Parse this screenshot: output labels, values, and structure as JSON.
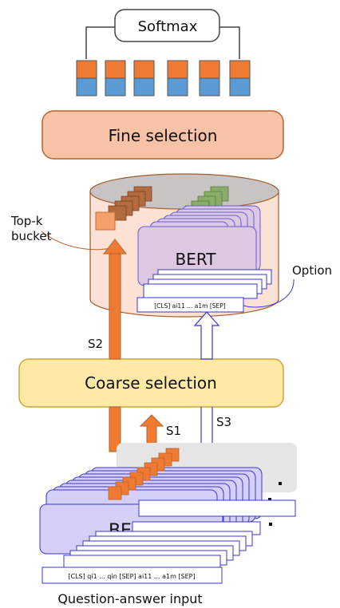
{
  "labels": {
    "softmax": "Softmax",
    "fine_selection": "Fine selection",
    "top_k_line1": "Top-k",
    "top_k_line2": "bucket",
    "bert_top": "BERT",
    "option": "Option",
    "seq_top": "[CLS] ai11 ... a1m [SEP]",
    "s2": "S2",
    "coarse_selection": "Coarse selection",
    "s1": "S1",
    "s3": "S3",
    "bert_bottom": "BERT",
    "seq_bottom": "[CLS] qi1 ... qin [SEP] ai11 ... a1m [SEP]",
    "caption": "Question-answer input"
  },
  "colors": {
    "orange": "#ef7a32",
    "blue": "#5b9bd5",
    "fine_fill": "#f6c3a6",
    "coarse_fill": "#fde9a4",
    "bert_fill": "#d4d0f7",
    "bert_top_fill": "#dcc8e0",
    "green": "#8aac6a",
    "brown": "#b26a3e",
    "stroke_blue": "#3a36d8"
  }
}
